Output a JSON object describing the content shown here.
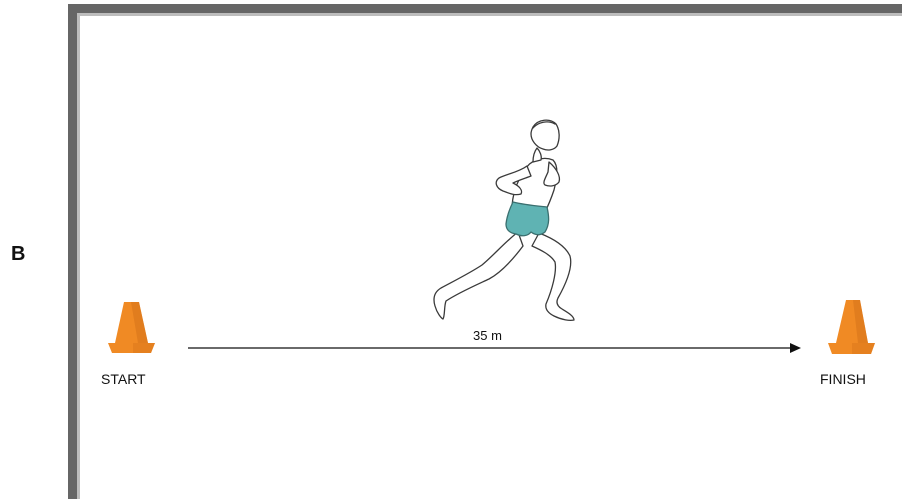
{
  "panel": {
    "letter": "B"
  },
  "course": {
    "start_label": "START",
    "finish_label": "FINISH",
    "distance_label": "35 m"
  },
  "colors": {
    "cone": "#f08a24",
    "cone_shadow": "#d6731a",
    "shorts": "#5fb3b3",
    "frame": "#666666"
  },
  "icons": {
    "start_marker": "traffic-cone-icon",
    "finish_marker": "traffic-cone-icon",
    "figure": "runner-icon",
    "arrow": "arrow-right-icon"
  }
}
